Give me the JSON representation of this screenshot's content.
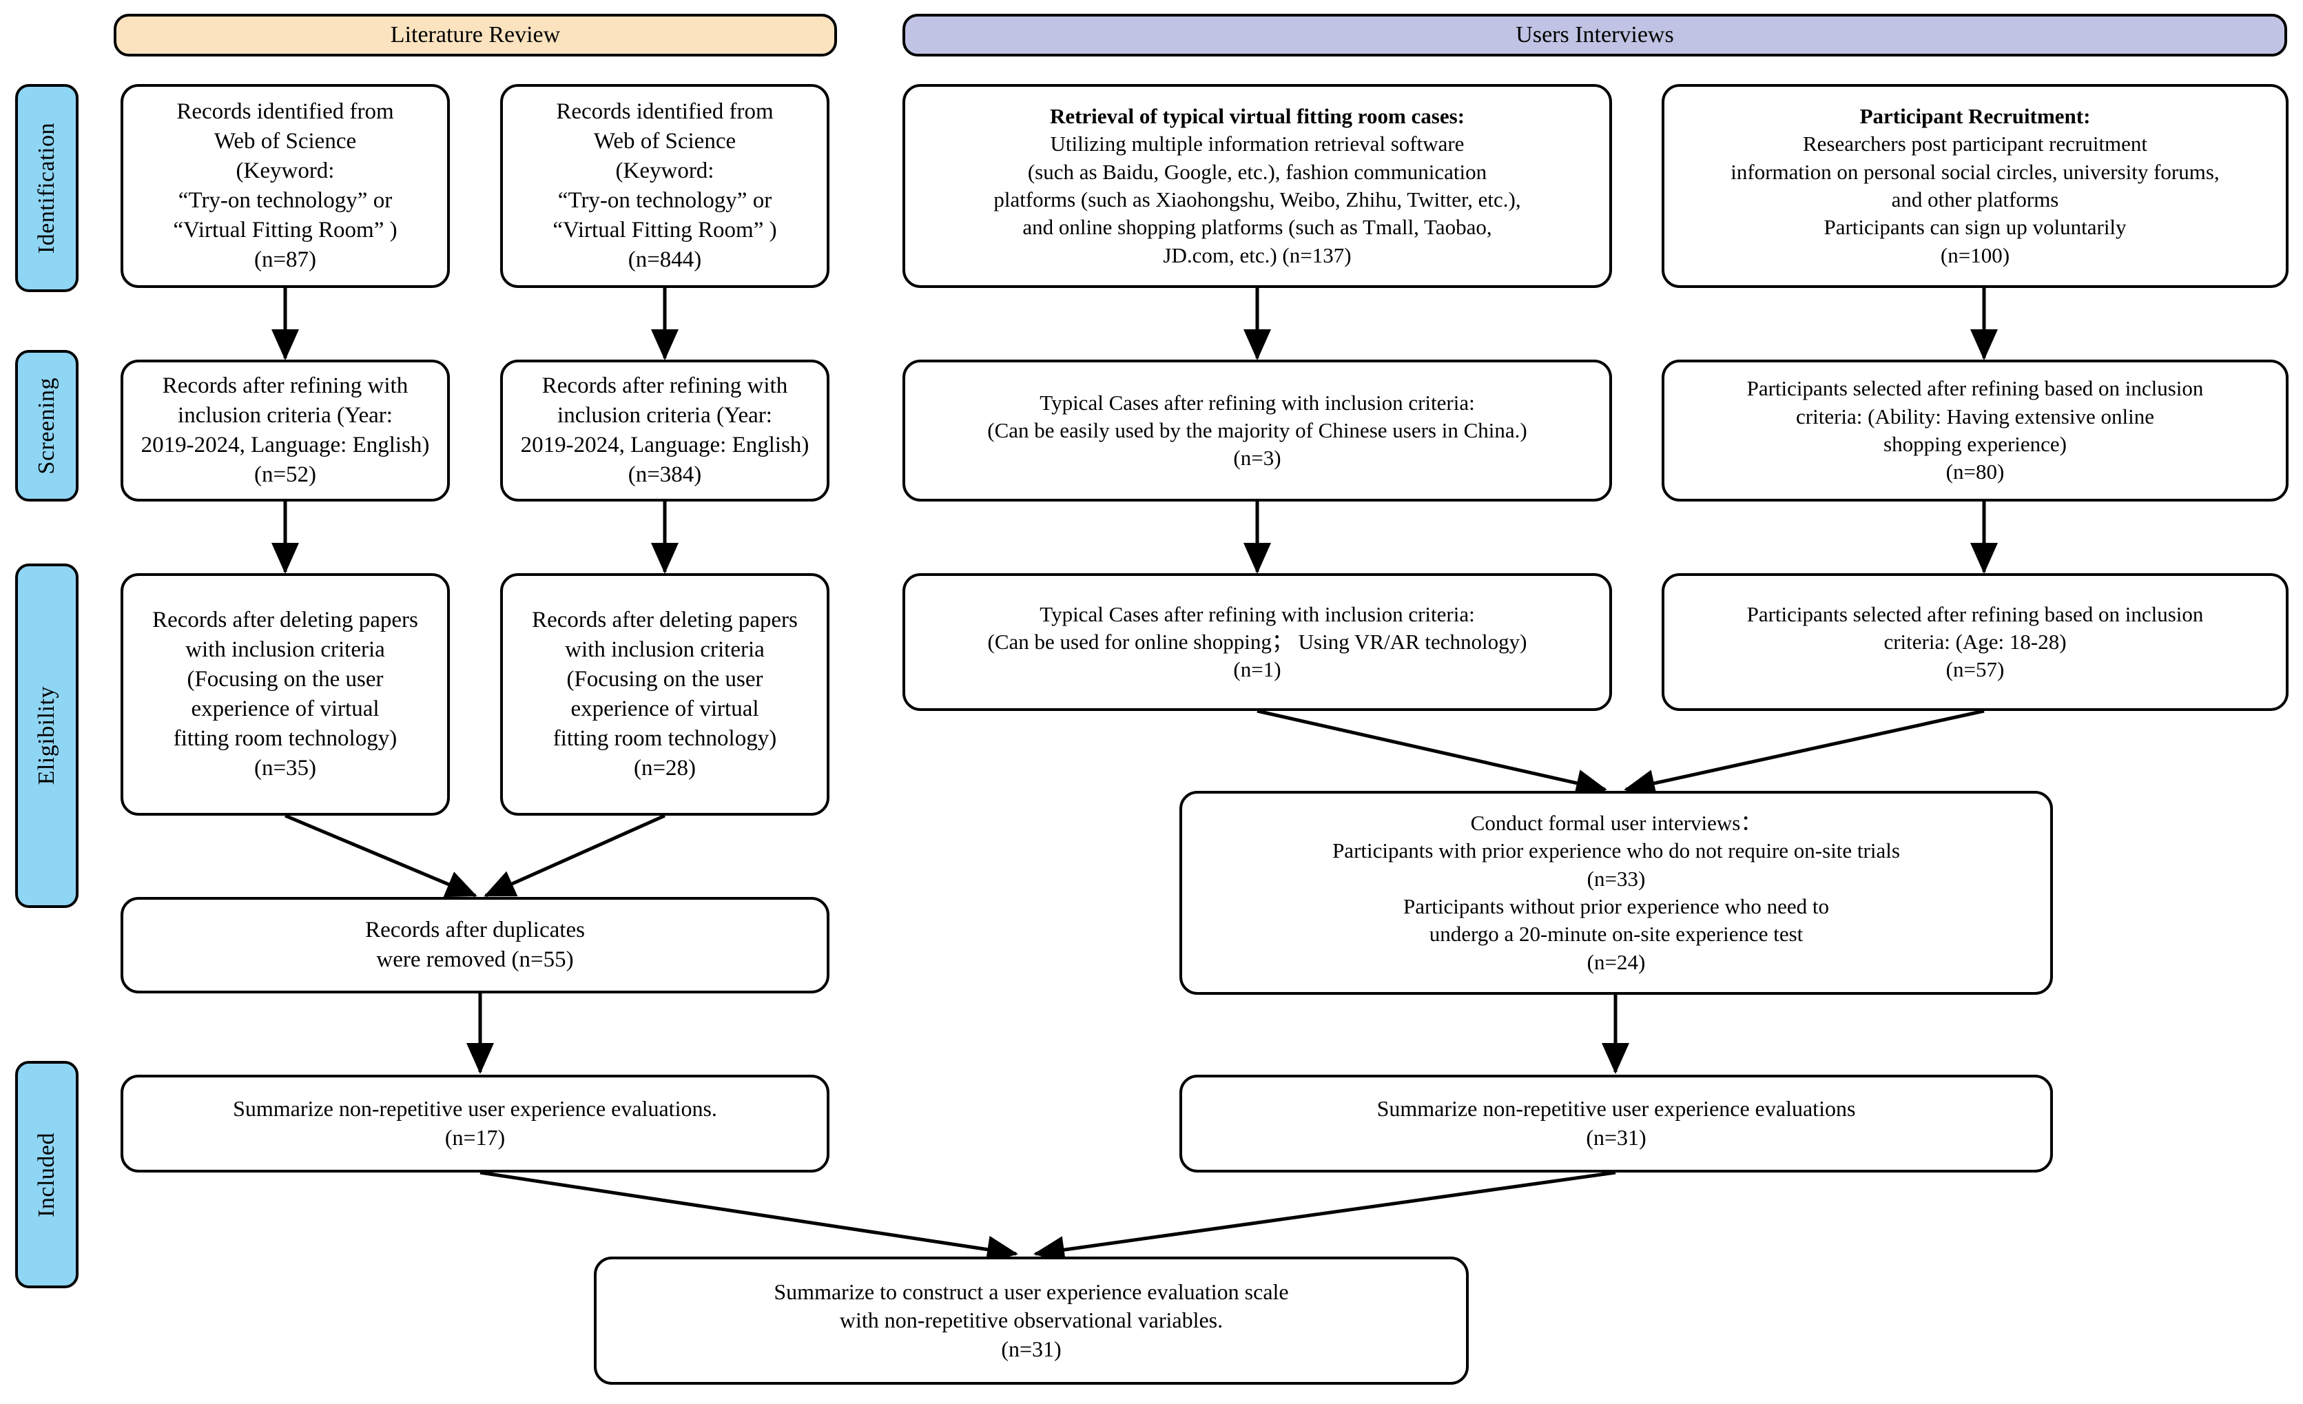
{
  "figure": {
    "type": "prisma-flow-diagram",
    "colors": {
      "literature_banner": "#fbe3c0",
      "users_banner": "#c0c3e3",
      "stage_label": "#8fd5f4",
      "stroke": "#000000",
      "node_fill": "#ffffff"
    }
  },
  "banners": {
    "literature_review": "Literature Review",
    "users_interviews": "Users Interviews"
  },
  "stages": [
    {
      "id": "identification",
      "label": "Identification"
    },
    {
      "id": "screening",
      "label": "Screening"
    },
    {
      "id": "eligibility",
      "label": "Eligibility"
    },
    {
      "id": "included",
      "label": "Included"
    }
  ],
  "nodes": {
    "wos_87": {
      "lines": [
        "Records identified from",
        "Web of Science",
        "(Keyword:",
        "“Try-on technology” or",
        "“Virtual Fitting Room” )",
        "(n=87)"
      ],
      "n": 87
    },
    "wos_844": {
      "lines": [
        "Records identified from",
        "Web of Science",
        "(Keyword:",
        "“Try-on technology” or",
        "“Virtual Fitting Room” )",
        "(n=844)"
      ],
      "n": 844
    },
    "retrieval_cases": {
      "lines": [
        "Retrieval of typical virtual fitting room cases:",
        "Utilizing multiple information retrieval software",
        "(such as Baidu, Google, etc.), fashion communication",
        "platforms (such as Xiaohongshu, Weibo, Zhihu, Twitter, etc.),",
        "and online shopping platforms (such as Tmall, Taobao,",
        "JD.com, etc.) (n=137)"
      ],
      "bold_first": true,
      "n": 137
    },
    "participant_recruitment": {
      "lines": [
        "Participant Recruitment:",
        "Researchers post participant recruitment",
        "information on personal social circles, university forums,",
        "and other platforms",
        "Participants can sign up voluntarily",
        "(n=100)"
      ],
      "bold_first": true,
      "n": 100
    },
    "refined_52": {
      "lines": [
        "Records after refining with",
        "inclusion criteria (Year:",
        "2019-2024, Language: English)",
        "(n=52)"
      ],
      "n": 52
    },
    "refined_384": {
      "lines": [
        "Records after refining with",
        "inclusion criteria (Year:",
        "2019-2024, Language: English)",
        "(n=384)"
      ],
      "n": 384
    },
    "typical_cases_3": {
      "lines": [
        "Typical Cases after refining with inclusion criteria:",
        "(Can be easily used by the majority of Chinese users in China.)",
        "(n=3)"
      ],
      "n": 3
    },
    "participants_80": {
      "lines": [
        "Participants selected after refining based on inclusion",
        "criteria: (Ability: Having extensive online",
        "shopping experience)",
        "(n=80)"
      ],
      "n": 80
    },
    "deleted_35": {
      "lines": [
        "Records after deleting papers",
        "with inclusion criteria",
        "(Focusing on the user",
        "experience of virtual",
        "fitting room technology)",
        "(n=35)"
      ],
      "n": 35
    },
    "deleted_28": {
      "lines": [
        "Records after deleting papers",
        "with inclusion criteria",
        "(Focusing on the user",
        "experience of virtual",
        "fitting room technology)",
        "(n=28)"
      ],
      "n": 28
    },
    "typical_cases_1": {
      "lines": [
        "Typical Cases after refining with inclusion criteria:",
        "(Can be used for online shopping； Using VR/AR technology)",
        "(n=1)"
      ],
      "n": 1
    },
    "participants_57": {
      "lines": [
        "Participants selected after refining based on inclusion",
        "criteria: (Age: 18-28)",
        "(n=57)"
      ],
      "n": 57
    },
    "duplicates_55": {
      "lines": [
        "Records after duplicates",
        "were removed (n=55)"
      ],
      "n": 55
    },
    "formal_interviews": {
      "lines": [
        "Conduct formal user interviews：",
        "Participants with prior experience who do not require on-site trials",
        "(n=33)",
        "Participants  without prior experience who need to",
        "undergo a 20-minute on-site experience test",
        "(n=24)"
      ],
      "n_no_trial": 33,
      "n_trial": 24
    },
    "summarize_17": {
      "lines": [
        "Summarize non-repetitive user experience evaluations.",
        "(n=17)"
      ],
      "n": 17
    },
    "summarize_31": {
      "lines": [
        "Summarize non-repetitive user experience evaluations",
        "(n=31)"
      ],
      "n": 31
    },
    "final_scale": {
      "lines": [
        "Summarize to construct a user experience evaluation scale",
        "with non-repetitive observational variables.",
        "(n=31)"
      ],
      "n": 31
    }
  }
}
